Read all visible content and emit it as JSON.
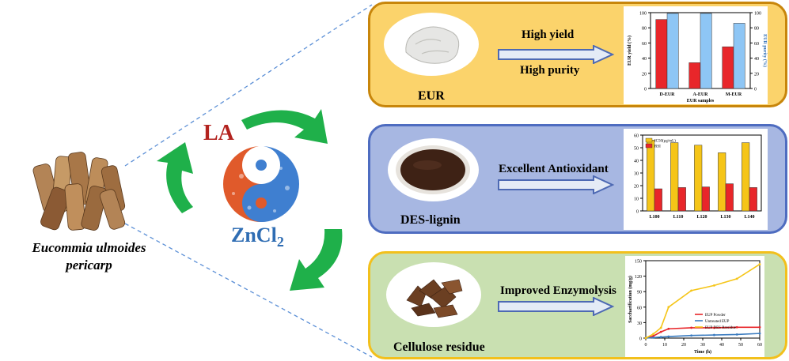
{
  "left": {
    "species_line1": "Eucommia ulmoides",
    "species_line2": "pericarp",
    "solvent_top": "LA",
    "solvent_bottom_main": "ZnCl",
    "solvent_bottom_sub": "2"
  },
  "panels": [
    {
      "id": "eur",
      "caption": "EUR",
      "arrow_text": [
        "High yield",
        "High purity"
      ]
    },
    {
      "id": "lignin",
      "caption": "DES-lignin",
      "arrow_text": [
        "Excellent  Antioxidant"
      ]
    },
    {
      "id": "cellulose",
      "caption": "Cellulose residue",
      "arrow_text": [
        "Improved Enzymolysis"
      ]
    }
  ],
  "colors": {
    "eur_panel": "#fbd36b",
    "lignin_panel": "#a7b7e2",
    "cellulose_panel": "#c9e0b1",
    "green_arrow": "#1fb04a",
    "red": "#e8262a",
    "blue": "#8ec6f5",
    "yellow": "#f5c518"
  },
  "chart_data": [
    {
      "type": "bar",
      "categories": [
        "D-EUR",
        "A-EUR",
        "M-EUR"
      ],
      "xlabel": "EUR samples",
      "ylabel": "EUR yield (%)",
      "y2label": "EUR purity (%)",
      "ylim": [
        0,
        100
      ],
      "yticks": [
        0,
        20,
        40,
        60,
        80,
        100
      ],
      "series": [
        {
          "values": [
            91,
            34,
            55
          ],
          "color": "#e8262a",
          "axis": "left"
        },
        {
          "values": [
            99,
            99,
            86
          ],
          "color": "#8ec6f5",
          "axis": "right"
        }
      ]
    },
    {
      "type": "bar",
      "categories": [
        "L100",
        "L110",
        "L120",
        "L130",
        "L140"
      ],
      "ylim": [
        0,
        60
      ],
      "yticks": [
        0,
        10,
        20,
        30,
        40,
        50,
        60
      ],
      "legend_position": "top-left",
      "series": [
        {
          "name": "IC50(μg/mL)",
          "values": [
            56,
            54,
            52,
            46,
            54
          ],
          "color": "#f5c518"
        },
        {
          "name": "RSI",
          "values": [
            17.5,
            18.5,
            19,
            21.5,
            18.5
          ],
          "color": "#e8262a"
        }
      ]
    },
    {
      "type": "line",
      "xlabel": "Time (h)",
      "ylabel": "Saccharification (mg/g)",
      "xlim": [
        0,
        60
      ],
      "ylim": [
        0,
        150
      ],
      "xticks": [
        0,
        10,
        20,
        30,
        40,
        50,
        60
      ],
      "yticks": [
        0,
        30,
        60,
        90,
        120,
        150
      ],
      "legend_position": "lower-right",
      "series": [
        {
          "name": "EUP Powder",
          "color": "#e8262a",
          "x": [
            0,
            4,
            8,
            12,
            24,
            36,
            48,
            60
          ],
          "y": [
            0,
            4,
            12,
            18,
            20,
            20,
            21,
            21
          ]
        },
        {
          "name": "Untreated  EUP",
          "color": "#3a7bbf",
          "x": [
            0,
            4,
            8,
            12,
            24,
            36,
            48,
            60
          ],
          "y": [
            0,
            1,
            2,
            3,
            5,
            6,
            7,
            9
          ]
        },
        {
          "name": "EUP DES Rresidue",
          "color": "#f5c518",
          "x": [
            0,
            4,
            8,
            12,
            24,
            36,
            48,
            60
          ],
          "y": [
            0,
            8,
            20,
            60,
            92,
            102,
            115,
            143
          ]
        }
      ]
    }
  ]
}
